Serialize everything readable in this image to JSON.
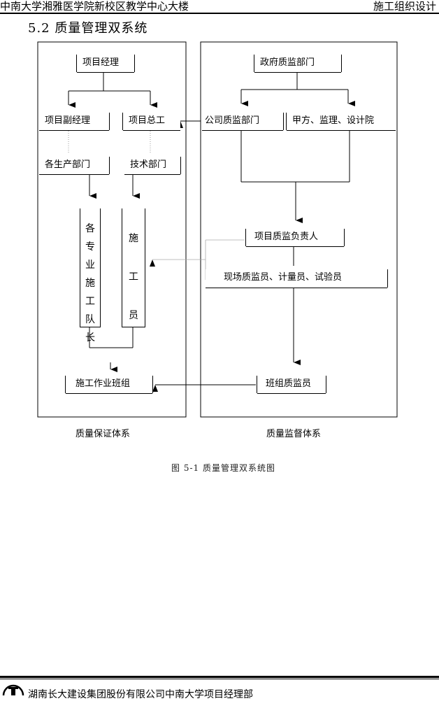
{
  "header": {
    "left": "中南大学湘雅医学院新校区教学中心大楼",
    "right": "施工组织设计"
  },
  "section_title": "5.2  质量管理双系统",
  "nodes": {
    "pm": "项目经理",
    "deputy_pm": "项目副经理",
    "chief_engineer": "项目总工",
    "production_depts": "各生产部门",
    "tech_dept": "技术部门",
    "team_leaders": [
      "各",
      "专",
      "业",
      "施",
      "工",
      "队",
      "长"
    ],
    "workers": [
      "施",
      "工",
      "员"
    ],
    "work_teams": "施工作业班组",
    "gov_dept": "政府质监部门",
    "company_dept": "公司质监部门",
    "owner_parties": "甲方、监理、设计院",
    "quality_lead": "项目质监负责人",
    "site_inspectors": "现场质监员、计量员、试验员",
    "team_inspector": "班组质监员"
  },
  "system_labels": {
    "left": "质量保证体系",
    "right": "质量监督体系"
  },
  "figure_caption": "图 5-1   质量管理双系统图",
  "footer": {
    "company": "湖南长大建设集团股份有限公司中南大学项目经理部"
  }
}
